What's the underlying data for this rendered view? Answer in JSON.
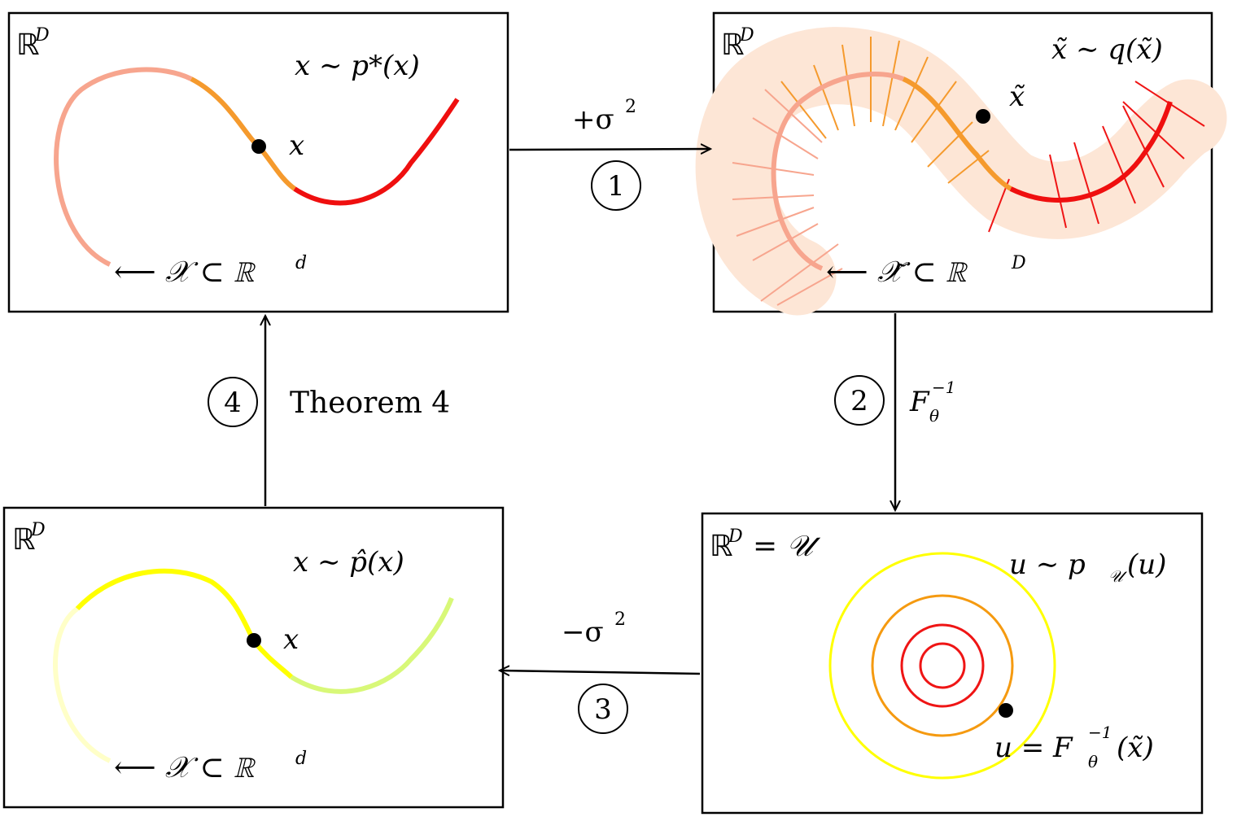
{
  "panels": {
    "data_manifold": {
      "space_label": "ℝ",
      "space_sup": "D",
      "dist_label": "x ∼ p*(x)",
      "point_label": "x",
      "manifold_label": "⟵ 𝒳 ⊂ ℝ",
      "manifold_sup": "d",
      "colors": [
        "#f7a58e",
        "#f59a2d",
        "#ef0f0f"
      ]
    },
    "noisy": {
      "space_label": "ℝ",
      "space_sup": "D",
      "dist_label": "x̃ ∼ q(x̃)",
      "point_label": "x̃",
      "manifold_label": "⟵ 𝒳̃ ⊂ ℝ",
      "manifold_sup": "D",
      "band_color": "#fde6d6"
    },
    "latent": {
      "space_label": "ℝ",
      "space_sup": "D",
      "space_eq": "= 𝒰",
      "dist_label": "u ∼ p",
      "dist_sub": "𝒰",
      "dist_tail": "(u)",
      "point_label": "u = F",
      "point_sub": "θ",
      "point_sup": "−1",
      "point_tail": "(x̃)",
      "ring_colors": [
        "#ffff00",
        "#f59a10",
        "#ef1515",
        "#ef1515"
      ]
    },
    "reconstructed": {
      "space_label": "ℝ",
      "space_sup": "D",
      "dist_label": "x ∼ p̂(x)",
      "point_label": "x",
      "manifold_label": "⟵ 𝒳 ⊂ ℝ",
      "manifold_sup": "d",
      "colors": [
        "#ffffc8",
        "#ffff00",
        "#d8f878"
      ]
    }
  },
  "steps": [
    {
      "number": "1",
      "label": "+σ",
      "sup": "2"
    },
    {
      "number": "2",
      "label": "F",
      "sub": "θ",
      "sup": "−1"
    },
    {
      "number": "3",
      "label": "−σ",
      "sup": "2"
    },
    {
      "number": "4",
      "label": "Theorem 4"
    }
  ]
}
